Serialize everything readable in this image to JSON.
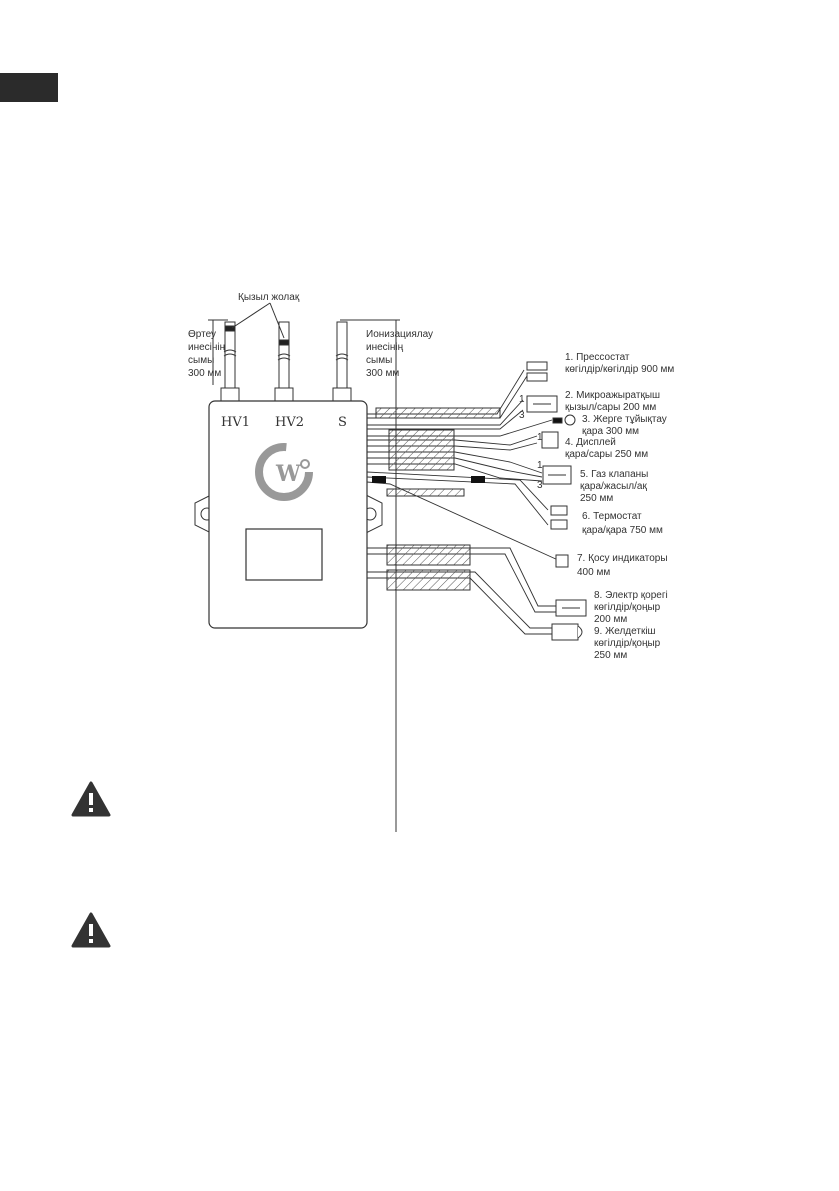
{
  "ctrl_labels": {
    "hv1": "HV1",
    "hv2": "HV2",
    "s": "S"
  },
  "top_labels": {
    "red_stripe": "Қызыл жолақ",
    "ignition": [
      "Өртеу",
      "инесінің",
      "сымы",
      "300 мм"
    ],
    "ionization": [
      "Ионизациялау",
      "инесінің",
      "сымы",
      "300 мм"
    ]
  },
  "connectors": [
    {
      "lines": [
        "1. Прессостат",
        "көгілдір/көгілдір 900 мм"
      ]
    },
    {
      "lines": [
        "2. Микроажыратқыш",
        "қызыл/сары 200 мм"
      ]
    },
    {
      "lines": [
        "3. Жерге тұйықтау",
        "қара 300 мм"
      ]
    },
    {
      "lines": [
        "4. Дисплей",
        "қара/сары 250 мм"
      ]
    },
    {
      "lines": [
        "5. Газ клапаны",
        "қара/жасыл/ақ",
        "250 мм"
      ]
    },
    {
      "lines": [
        "6. Термостат",
        "қара/қара 750 мм"
      ]
    },
    {
      "lines": [
        "7. Қосу индикаторы",
        "400 мм"
      ]
    },
    {
      "lines": [
        "8. Электр қорегі",
        "көгілдір/қоңыр",
        "200 мм"
      ]
    },
    {
      "lines": [
        "9. Желдеткіш",
        "көгілдір/қоңыр",
        "250 мм"
      ]
    }
  ],
  "pin_marks": {
    "m1": "1",
    "m3": "3",
    "d1": "1",
    "g1": "1",
    "g3": "3"
  },
  "warning_icons": [
    "warning-icon",
    "warning-icon"
  ]
}
